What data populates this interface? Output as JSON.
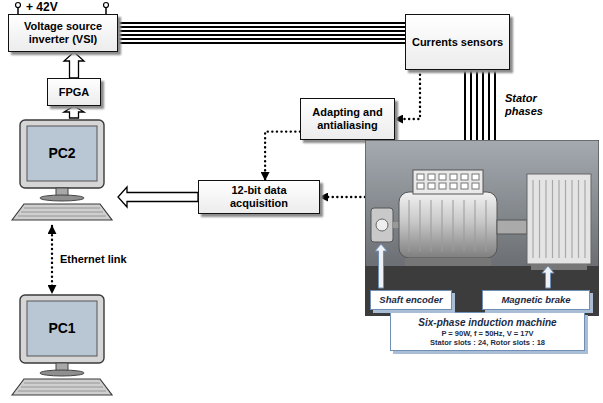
{
  "diagram": {
    "nodes": [
      {
        "text": [
          "Voltage source inverter (VSI)"
        ]
      },
      {
        "text": [
          "Currents sensors"
        ]
      },
      {
        "text": [
          "FPGA"
        ]
      },
      {
        "text": [
          "Adapting and antialiasing"
        ]
      },
      {
        "text": [
          "PC2"
        ]
      },
      {
        "text": [
          "12-bit data acquisition"
        ]
      },
      {
        "text": [
          "Six-phase induction machine",
          "P = 90W, f = 50Hz, V = 17V",
          "Stator slots : 24, Rotor slots : 18"
        ]
      },
      {
        "text": [
          "Shaft encoder"
        ],
        "in": 6
      },
      {
        "text": [
          "Magnetic brake"
        ],
        "in": 6
      },
      {
        "text": [
          "PC1"
        ]
      }
    ],
    "edges": [
      {
        "from": 0,
        "to": 1,
        "arrow": "none"
      },
      {
        "from": 1,
        "to": 6,
        "arrow": "none",
        "label": "Stator phases"
      },
      {
        "from": 2,
        "to": 0,
        "arrow": "to"
      },
      {
        "from": 4,
        "to": 2,
        "arrow": "to"
      },
      {
        "from": 1,
        "to": 3,
        "arrow": "to"
      },
      {
        "from": 3,
        "to": 5,
        "arrow": "to"
      },
      {
        "from": 6,
        "to": 5,
        "arrow": "to"
      },
      {
        "from": 5,
        "to": 4,
        "arrow": "to"
      },
      {
        "from": 4,
        "to": 9,
        "arrow": "both",
        "label": "Ethernet link"
      }
    ],
    "labels": [
      "+ 42V"
    ]
  }
}
